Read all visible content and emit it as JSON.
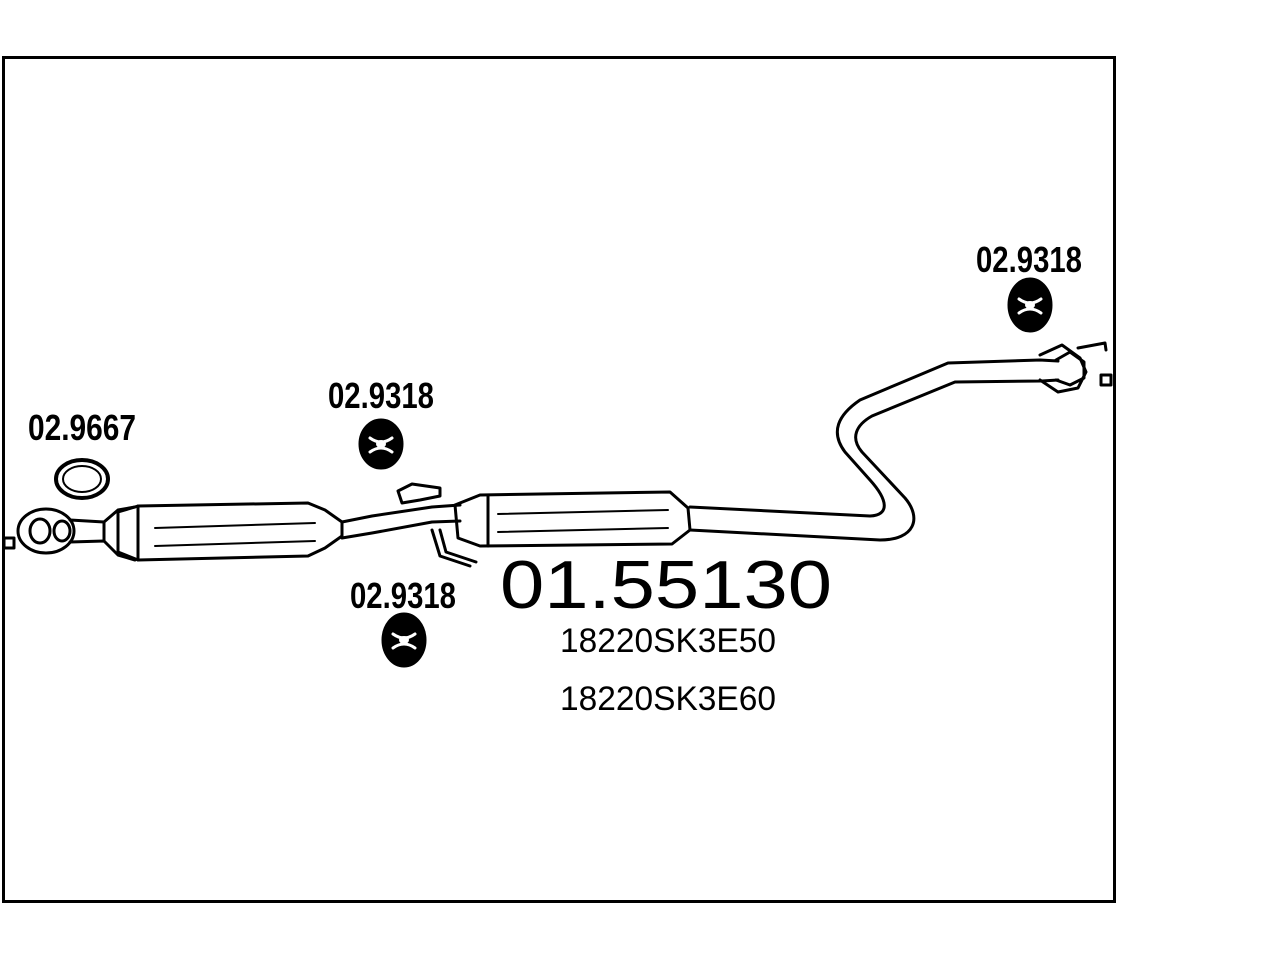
{
  "main_part_number": "01.55130",
  "oem_numbers": [
    "18220SK3E50",
    "18220SK3E60"
  ],
  "callouts": {
    "gasket": "02.9667",
    "hanger_left": "02.9318",
    "hanger_bottom": "02.9318",
    "hanger_right": "02.9318"
  },
  "colors": {
    "line": "#000000",
    "background": "#ffffff"
  }
}
